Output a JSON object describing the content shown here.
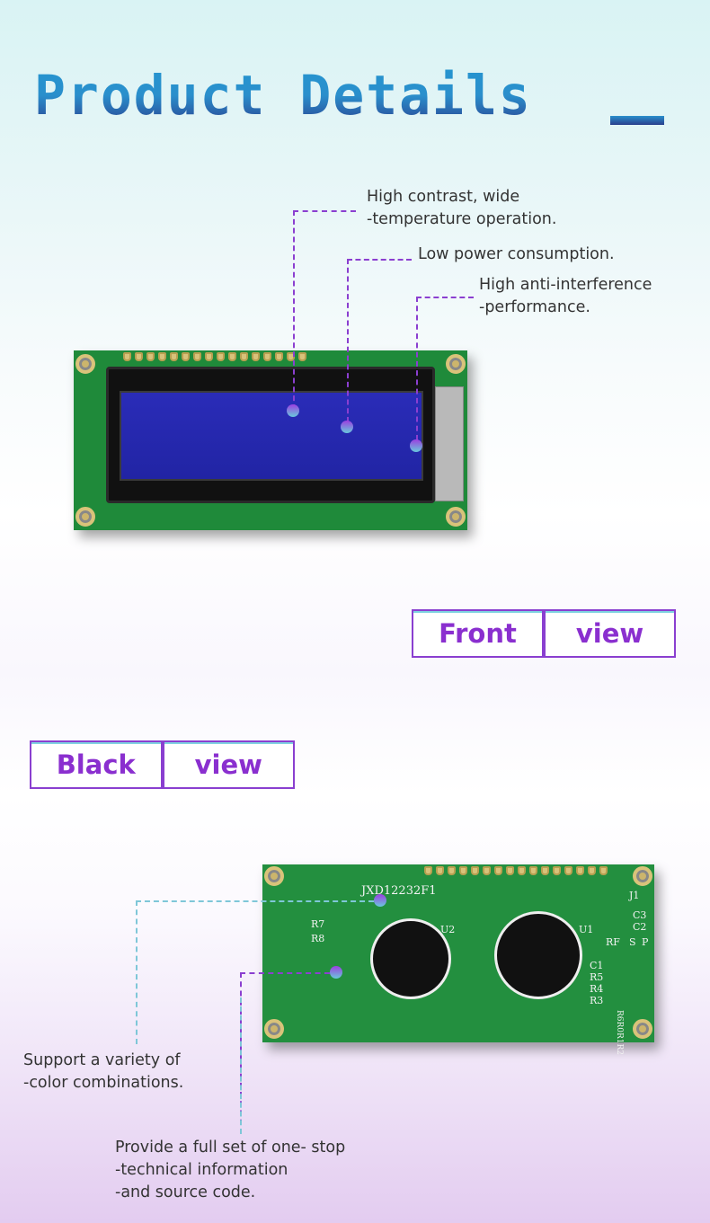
{
  "header": {
    "title": "Product Details"
  },
  "front": {
    "callouts": [
      {
        "text": "High contrast, wide\n-temperature operation."
      },
      {
        "text": "Low power consumption."
      },
      {
        "text": "High anti-interference\n-performance."
      }
    ],
    "label": {
      "word1": "Front",
      "word2": "view"
    }
  },
  "back": {
    "label": {
      "word1": "Black",
      "word2": "view"
    },
    "board_markings": {
      "model": "JXD12232F1",
      "u1": "U1",
      "u2": "U2",
      "r7": "R7",
      "r8": "R8",
      "c3": "C3",
      "c2": "C2",
      "j1": "J1",
      "rf": "RF",
      "s": "S",
      "p": "P",
      "c1": "C1",
      "r5": "R5",
      "r4": "R4",
      "r3": "R3",
      "r_stack": "R6R0R1R2"
    },
    "callouts": [
      {
        "text": "Support a variety of\n-color combinations."
      },
      {
        "text": "Provide a full set of one- stop\n-technical information\n-and source code."
      }
    ]
  },
  "colors": {
    "accent": "#8a2fcf",
    "title": "#2a8fcc",
    "pcb": "#1f8a3a",
    "display": "#2a2fb0"
  }
}
